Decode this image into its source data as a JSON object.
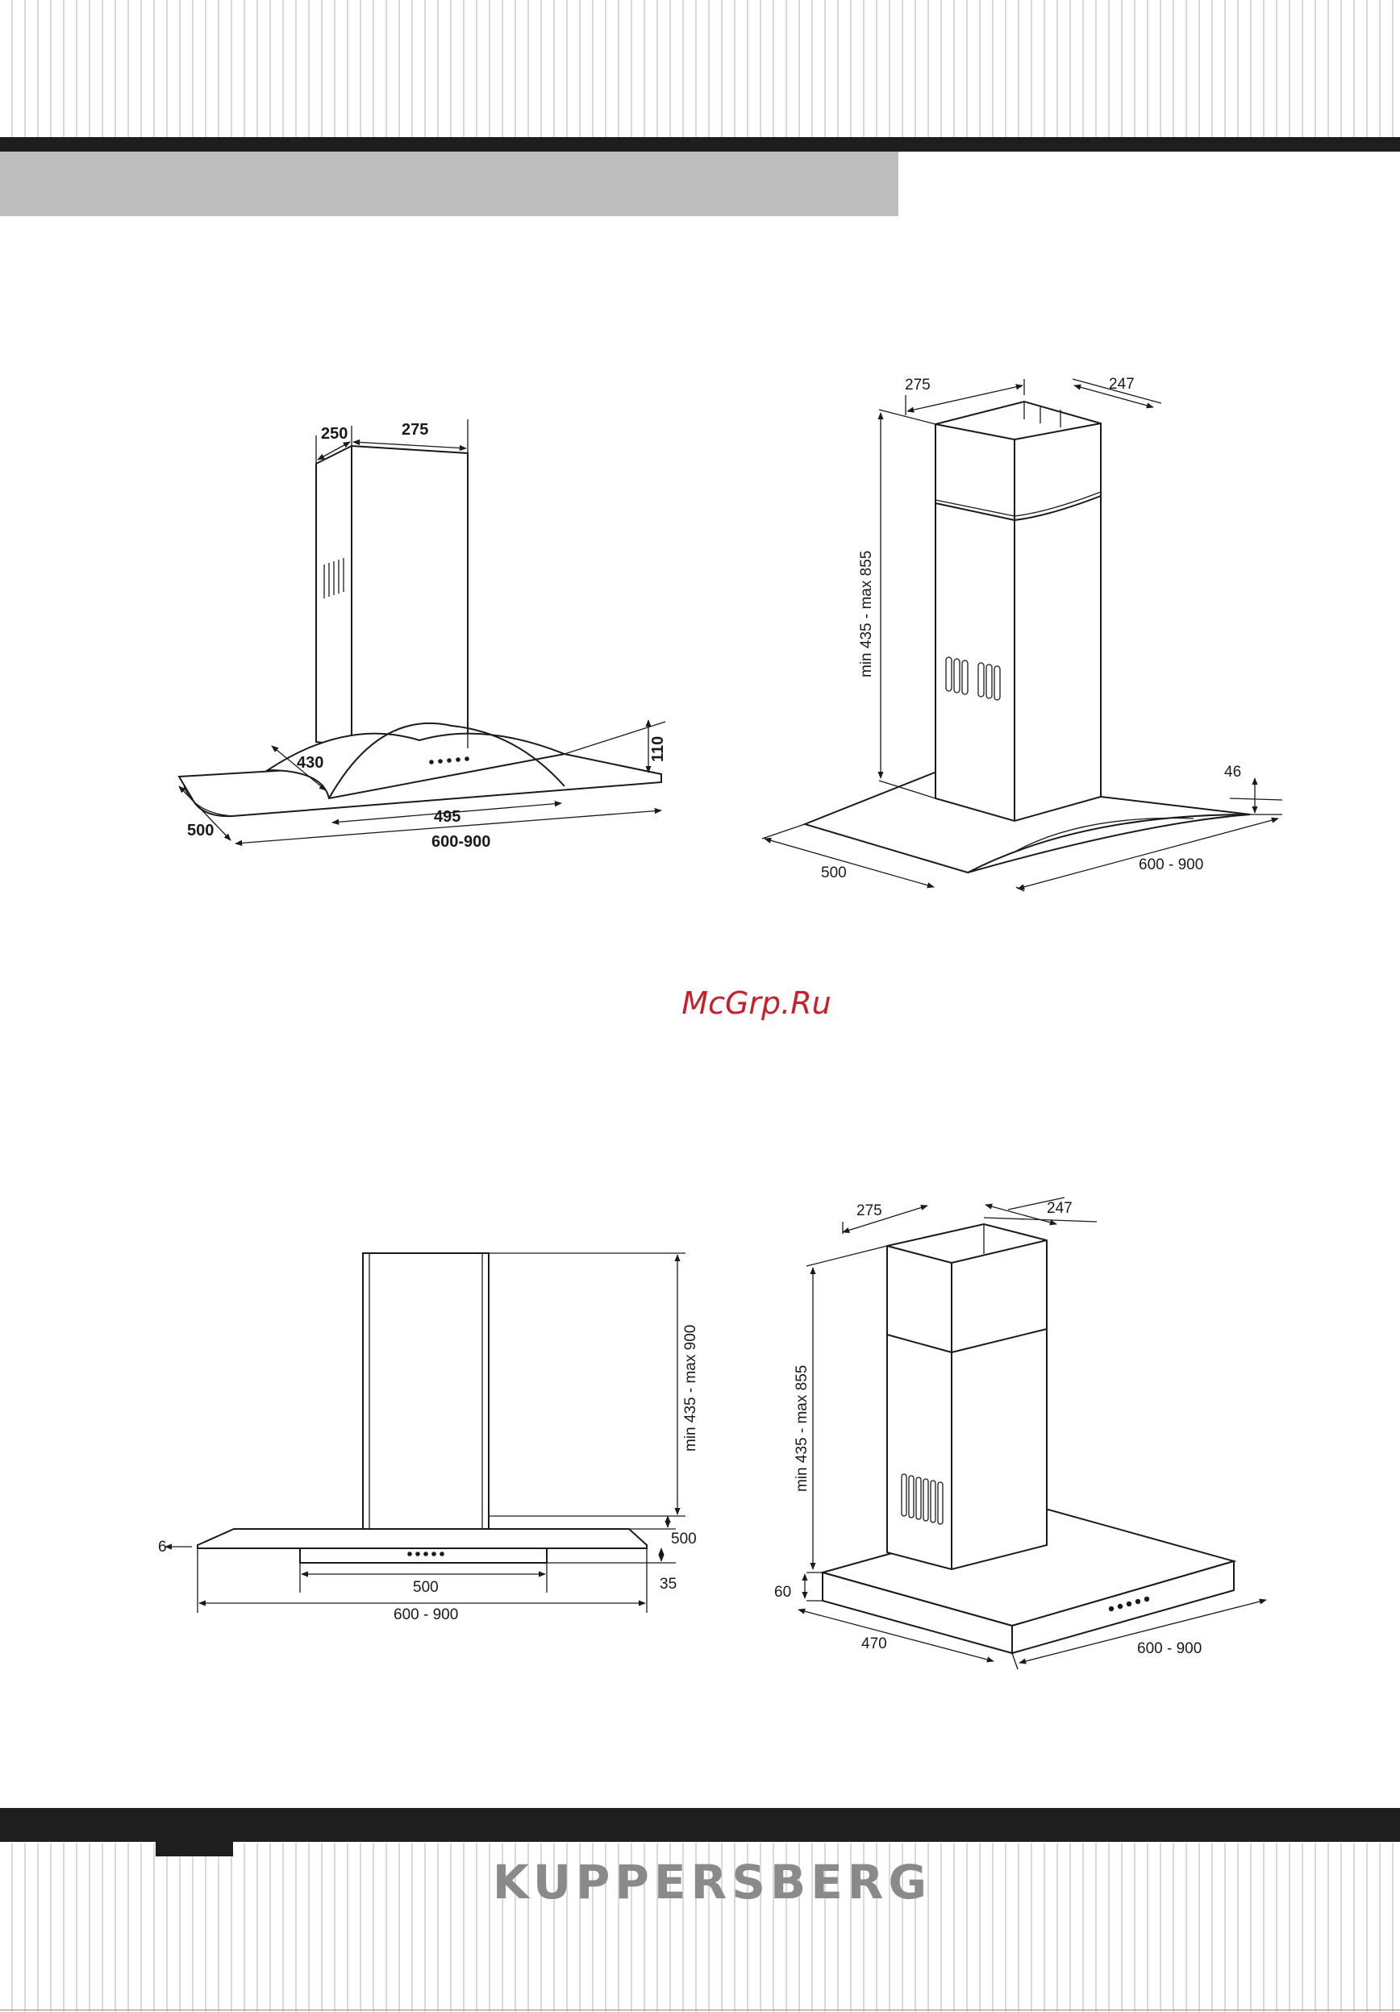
{
  "brand": "KUPPERSBERG",
  "watermark": "McGrp.Ru",
  "figure1": {
    "labels": [
      "250",
      "275",
      "110",
      "430",
      "495",
      "500",
      "600-900"
    ]
  },
  "figure2": {
    "labels": [
      "275",
      "247",
      "min 435 - max 855",
      "46",
      "500",
      "600 - 900"
    ]
  },
  "figure3": {
    "labels": [
      "min 435 - max 900",
      "500",
      "6",
      "35",
      "500",
      "600 - 900"
    ]
  },
  "figure4": {
    "labels": [
      "275",
      "247",
      "min 435 - max 855",
      "60",
      "470",
      "600 - 900"
    ]
  }
}
